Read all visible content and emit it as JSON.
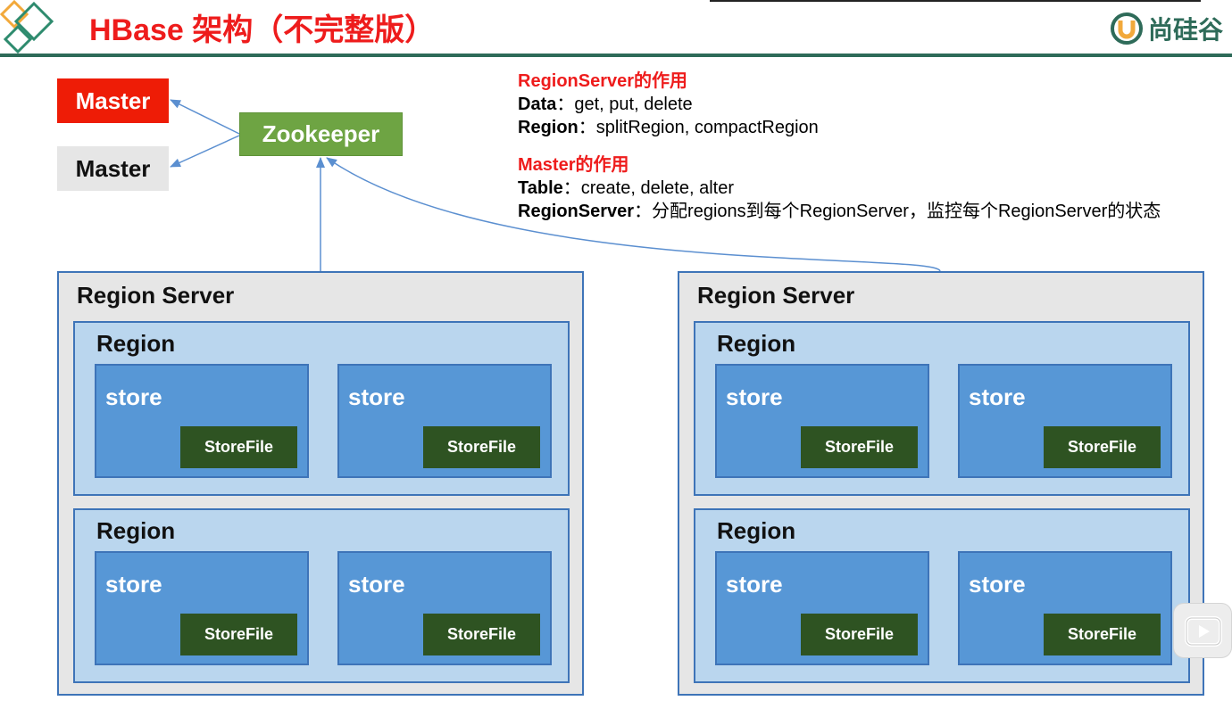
{
  "header": {
    "title": "HBase 架构（不完整版）",
    "brand": "尚硅谷",
    "brand_icon": "brand-u-icon",
    "title_color": "#ee1c1c",
    "rule_color": "#2e6b59"
  },
  "nodes": {
    "master_active": "Master",
    "master_standby": "Master",
    "zookeeper": "Zookeeper"
  },
  "info": {
    "regionserver_heading": "RegionServer的作用",
    "data_key": "Data",
    "data_value": "：get, put, delete",
    "region_key": "Region",
    "region_value": "：splitRegion, compactRegion",
    "master_heading": "Master的作用",
    "table_key": "Table",
    "table_value": "：create, delete, alter",
    "rs_key": "RegionServer",
    "rs_value": "：分配regions到每个RegionServer，监控每个RegionServer的状态"
  },
  "servers": [
    {
      "label": "Region Server",
      "regions": [
        {
          "label": "Region",
          "stores": [
            {
              "label": "store",
              "file": "StoreFile"
            },
            {
              "label": "store",
              "file": "StoreFile"
            }
          ]
        },
        {
          "label": "Region",
          "stores": [
            {
              "label": "store",
              "file": "StoreFile"
            },
            {
              "label": "store",
              "file": "StoreFile"
            }
          ]
        }
      ]
    },
    {
      "label": "Region Server",
      "regions": [
        {
          "label": "Region",
          "stores": [
            {
              "label": "store",
              "file": "StoreFile"
            },
            {
              "label": "store",
              "file": "StoreFile"
            }
          ]
        },
        {
          "label": "Region",
          "stores": [
            {
              "label": "store",
              "file": "StoreFile"
            },
            {
              "label": "store",
              "file": "StoreFile"
            }
          ]
        }
      ]
    }
  ],
  "colors": {
    "master_active": "#ee1c06",
    "master_standby": "#e6e6e6",
    "zookeeper": "#6ea443",
    "server_bg": "#e6e6e6",
    "region_bg": "#bad6ee",
    "store_bg": "#5797d6",
    "storefile_bg": "#2e5322",
    "connector": "#5b8fd0"
  },
  "overlay": {
    "player_icon": "play-icon"
  }
}
